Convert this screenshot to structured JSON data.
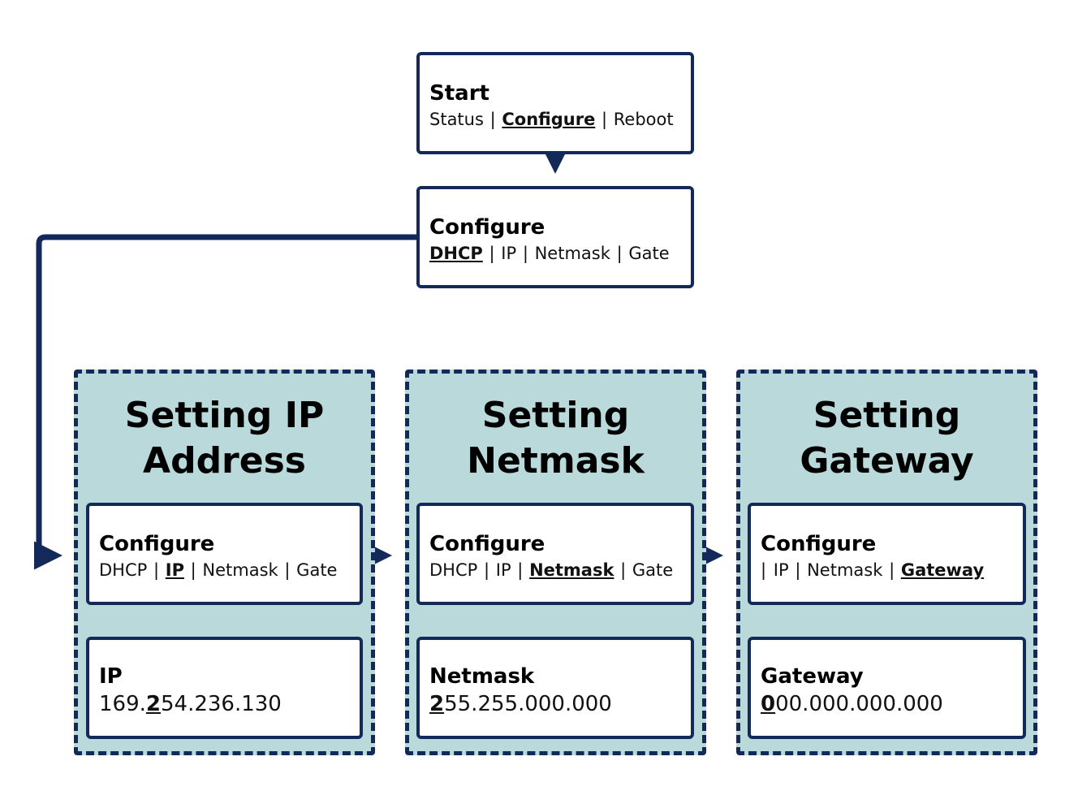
{
  "colors": {
    "navy": "#13295a",
    "panel_bg": "#b9d9da",
    "box_bg": "#ffffff"
  },
  "start": {
    "title": "Start",
    "menu": [
      {
        "label": "Status",
        "selected": false
      },
      {
        "label": "Configure",
        "selected": true
      },
      {
        "label": "Reboot",
        "selected": false
      }
    ]
  },
  "configure": {
    "title": "Configure",
    "menu": [
      {
        "label": "DHCP",
        "selected": true
      },
      {
        "label": "IP",
        "selected": false
      },
      {
        "label": "Netmask",
        "selected": false
      },
      {
        "label": "Gate",
        "selected": false
      }
    ]
  },
  "panels": [
    {
      "title_line1": "Setting IP",
      "title_line2": "Address",
      "config_title": "Configure",
      "menu_prefix": "",
      "menu": [
        {
          "label": "DHCP",
          "selected": false
        },
        {
          "label": "IP",
          "selected": true
        },
        {
          "label": "Netmask",
          "selected": false
        },
        {
          "label": "Gate",
          "selected": false
        }
      ],
      "value_title": "IP",
      "value_pre": "169.",
      "value_cursor": "2",
      "value_post": "54.236.130"
    },
    {
      "title_line1": "Setting",
      "title_line2": "Netmask",
      "config_title": "Configure",
      "menu_prefix": "",
      "menu": [
        {
          "label": "DHCP",
          "selected": false
        },
        {
          "label": "IP",
          "selected": false
        },
        {
          "label": "Netmask",
          "selected": true
        },
        {
          "label": "Gate",
          "selected": false
        }
      ],
      "value_title": "Netmask",
      "value_pre": "",
      "value_cursor": "2",
      "value_post": "55.255.000.000"
    },
    {
      "title_line1": "Setting",
      "title_line2": "Gateway",
      "config_title": "Configure",
      "menu_prefix": "|",
      "menu": [
        {
          "label": "IP",
          "selected": false
        },
        {
          "label": "Netmask",
          "selected": false
        },
        {
          "label": "Gateway",
          "selected": true
        }
      ],
      "value_title": "Gateway",
      "value_pre": "",
      "value_cursor": "0",
      "value_post": "00.000.000.000"
    }
  ]
}
